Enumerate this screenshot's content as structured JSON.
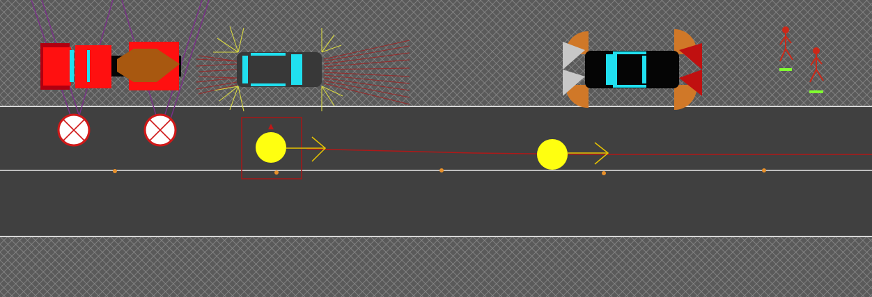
{
  "scene": {
    "colors": {
      "ground": "#5a5a5a",
      "hatch": "#8a8a8a",
      "road": "#404040",
      "road_edge": "#d8d8d8",
      "lane_line": "#e8e8e8",
      "marker": "#e8902a",
      "path": "#b01818",
      "selection": "#a01a1a",
      "ball": "#ffff10",
      "arrow": "#e8c400",
      "truck": "#ff1010",
      "truck_dark": "#b00010",
      "cargo": "#a85810",
      "car_body": "#383838",
      "car_black": "#050505",
      "glass": "#20e0f0",
      "sensor_red": "#c01010",
      "sensor_orange": "#d07828",
      "sensor_gray": "#c8c8c8",
      "sign_red": "#d01818",
      "pedestrian": "#cc2818",
      "ped_base": "#80ff30",
      "beam_purple": "#7a2e8a",
      "spark_yellow": "#d8d840"
    },
    "entities": [
      {
        "name": "sedan-black",
        "kind": "car",
        "color": "car_black",
        "sensors": "cone-sensors"
      },
      {
        "name": "sedan-gray",
        "kind": "car",
        "color": "car_body",
        "sensors": "radar-rays"
      },
      {
        "name": "truck-red",
        "kind": "truck",
        "color": "truck",
        "cargo": "cargo"
      },
      {
        "name": "pedestrian",
        "kind": "pedestrian",
        "count": 2
      },
      {
        "name": "road-sign",
        "kind": "sign",
        "count": 2
      },
      {
        "name": "tracked-object",
        "kind": "ball",
        "count": 2,
        "selected": 1
      }
    ]
  }
}
